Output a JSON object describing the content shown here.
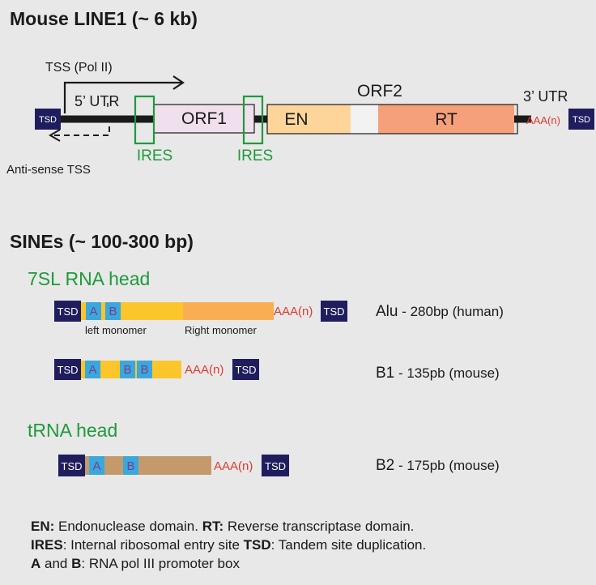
{
  "colors": {
    "tsd": "#1f1d5e",
    "box_ab": "#3aa8dc",
    "ab_text": "#7a3d8f",
    "orf1": "#f0e0ee",
    "en": "#fdd59a",
    "rt": "#f5a07a",
    "linker": "#f2f2f2",
    "ires": "#1e9a3c",
    "green_heading": "#1e9a3c",
    "polya": "#e03a2e",
    "sine_yellow": "#fbc52c",
    "sine_orange": "#f9ae54",
    "b2_body": "#c49a6c",
    "background": "#e8e8e8"
  },
  "line1": {
    "title": "Mouse LINE1 (~ 6 kb)",
    "tss_label": "TSS (Pol II)",
    "utr5_label": "5’ UTR",
    "antisense_label": "Anti-sense TSS",
    "orf2_label": "ORF2",
    "utr3_label": "3’ UTR",
    "tsd_left": "TSD",
    "tsd_right": "TSD",
    "orf1": "ORF1",
    "en": "EN",
    "rt": "RT",
    "ires1": "IRES",
    "ires2": "IRES",
    "polya": "AAA(n)"
  },
  "sines": {
    "title": "SINEs (~ 100-300 bp)",
    "head_7sl": "7SL RNA head",
    "head_trna": "tRNA head",
    "alu": {
      "tsd_left": "TSD",
      "box_a": "A",
      "box_b": "B",
      "polya": "AAA(n)",
      "tsd_right": "TSD",
      "left_monomer": "left monomer",
      "right_monomer": "Right monomer",
      "name": "Alu",
      "detail": " - 280bp (human)"
    },
    "b1": {
      "tsd_left": "TSD",
      "box_a": "A",
      "box_b1": "B",
      "box_b2": "B",
      "polya": "AAA(n)",
      "tsd_right": "TSD",
      "name": "B1",
      "detail": " - 135pb (mouse)"
    },
    "b2": {
      "tsd_left": "TSD",
      "box_a": "A",
      "box_b": "B",
      "polya": "AAA(n)",
      "tsd_right": "TSD",
      "name": "B2",
      "detail": " - 175pb (mouse)"
    }
  },
  "legend": {
    "en_term": "EN:",
    "en_def": " Endonuclease domain. ",
    "rt_term": "RT:",
    "rt_def": " Reverse transcriptase domain.",
    "ires_term": "IRES",
    "ires_def": ": Internal ribosomal entry site ",
    "tsd_term": "TSD",
    "tsd_def": ": Tandem site duplication.",
    "a_term": "A",
    "and_text": " and ",
    "b_term": "B",
    "ab_def": ": RNA pol III promoter box"
  }
}
